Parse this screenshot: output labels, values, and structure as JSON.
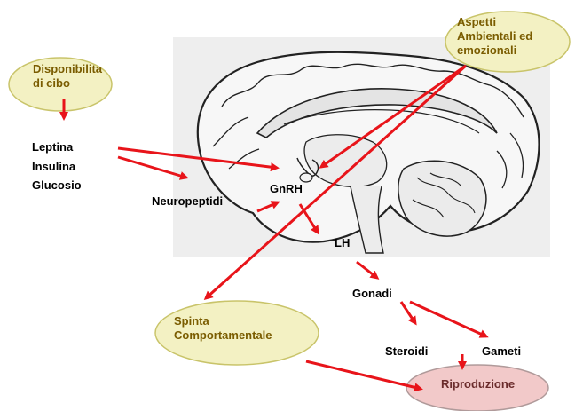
{
  "labels": {
    "food_availability": "Disponibilita\ndi cibo",
    "environment": "Aspetti\nAmbientali ed\nemozionali",
    "leptin": "Leptina",
    "insulin": "Insulina",
    "glucose": "Glucosio",
    "neuropeptides": "Neuropeptidi",
    "gnrh": "GnRH",
    "lh": "LH",
    "gonads": "Gonadi",
    "behavior": "Spinta\nComportamentale",
    "steroids": "Steroidi",
    "gametes": "Gameti",
    "reproduction": "Riproduzione"
  },
  "colors": {
    "oval_fill": "#f3f1c3",
    "oval_stroke": "#c9c46a",
    "oval_text": "#7a5c00",
    "repro_fill": "#f2c9c9",
    "repro_stroke": "#b09a9a",
    "arrow": "#e8141a",
    "brain_bg": "#eeeeee",
    "brain_line": "#222222"
  }
}
